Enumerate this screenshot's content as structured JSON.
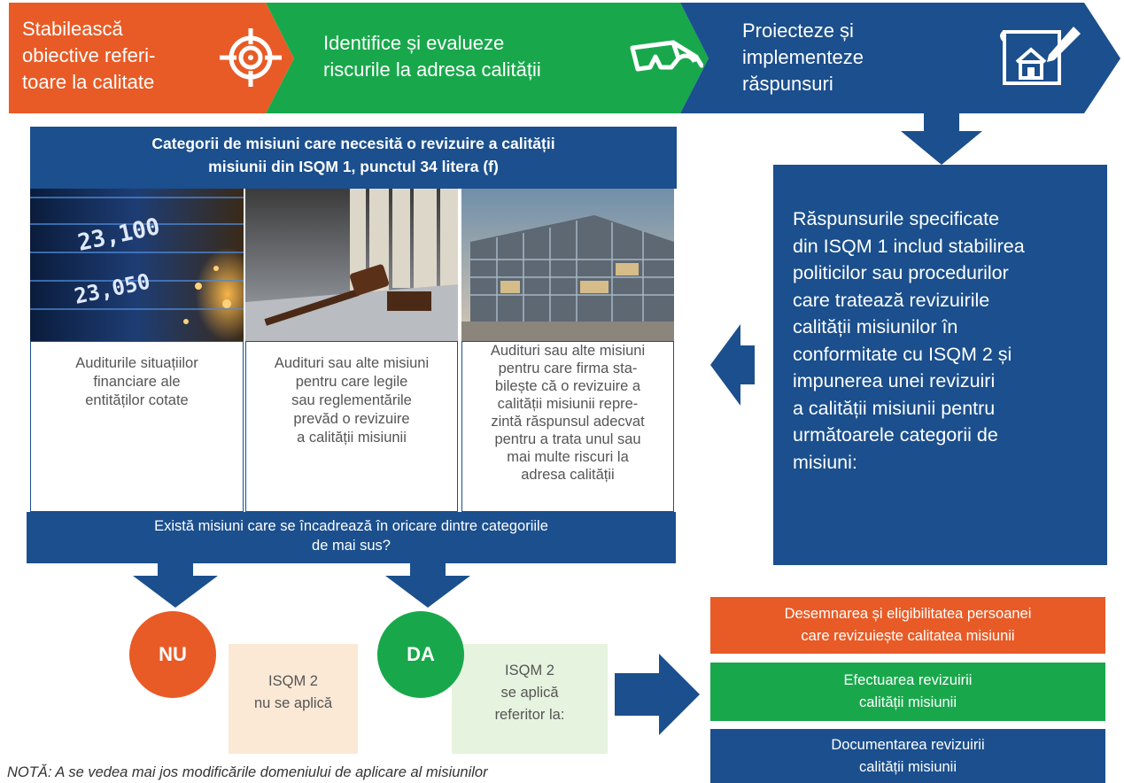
{
  "steps": [
    {
      "text": "Stabilească\nobiective referi-\ntoare la calitate",
      "icon": "target-icon",
      "color": "#e85b26"
    },
    {
      "text": "Identifice și evalueze\nriscurile la adresa calității",
      "icon": "glasses-icon",
      "color": "#18a84b"
    },
    {
      "text": "Proiecteze și\nimplementeze\nrăspunsuri",
      "icon": "blueprint-house-icon",
      "color": "#1b4f8d"
    }
  ],
  "categories": {
    "header": "Categorii de misiuni care necesită o revizuire a calității\nmisiunii din ISQM 1, punctul 34 litera (f)",
    "items": [
      {
        "text": "Auditurile situațiilor\nfinanciare ale\nentităților cotate",
        "photo": "stock-ticker-photo"
      },
      {
        "text": "Audituri sau alte misiuni\npentru care legile\nsau reglementările\nprevăd o revizuire\na calității misiunii",
        "photo": "gavel-photo"
      },
      {
        "text": "Audituri sau alte misiuni\npentru care firma sta-\nbilește că o revizuire a\ncalității misiunii repre-\nzintă răspunsul adecvat\npentru a trata unul sau\nmai multe riscuri la\nadresa calității",
        "photo": "building-photo"
      }
    ]
  },
  "question": "Există misiuni care se încadrează în oricare dintre categoriile\nde mai sus?",
  "responses": "Răspunsurile specificate\ndin ISQM 1 includ stabilirea\npoliticilor sau procedurilor\ncare tratează revizuirile\ncalității misiunilor în\nconformitate cu ISQM 2 și\nimpunerea unei revizuiri\na calității misiunii pentru\nurmătoarele categorii de\nmisiuni:",
  "no": {
    "label": "NU",
    "text": "ISQM 2\nnu se aplică"
  },
  "yes": {
    "label": "DA",
    "text": "ISQM 2\nse aplică\nreferitor la:"
  },
  "outcomes": [
    {
      "text": "Desemnarea și eligibilitatea persoanei\ncare revizuiește calitatea misiunii",
      "color": "#e85b26"
    },
    {
      "text": "Efectuarea revizuirii\ncalității misiunii",
      "color": "#18a84b"
    },
    {
      "text": "Documentarea revizuirii\ncalității misiunii",
      "color": "#1b4f8d"
    }
  ],
  "note": "NOTĂ: A se vedea mai jos modificările domeniului de aplicare al misiunilor",
  "colors": {
    "orange": "#e85b26",
    "green": "#18a84b",
    "blue": "#1b4f8d",
    "peach": "#fbe9d6",
    "mint": "#e6f3df"
  }
}
